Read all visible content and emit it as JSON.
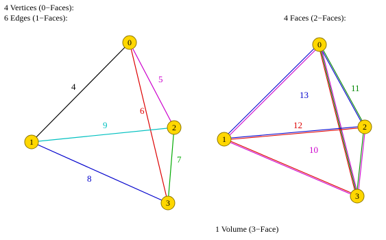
{
  "captions": {
    "vertices": "4 Vertices (0−Faces):",
    "edges": "6 Edges (1−Faces):",
    "faces": "4 Faces (2−Faces):",
    "volume": "1 Volume (3−Face)"
  },
  "colors": {
    "vertex_fill": "#ffd700",
    "vertex_stroke": "#8b7500"
  },
  "left_graph": {
    "vertices": [
      {
        "label": "0"
      },
      {
        "label": "1"
      },
      {
        "label": "2"
      },
      {
        "label": "3"
      }
    ],
    "edges": [
      {
        "label": "4",
        "color": "#000000"
      },
      {
        "label": "5",
        "color": "#cc00cc"
      },
      {
        "label": "6",
        "color": "#dd0000"
      },
      {
        "label": "7",
        "color": "#00aa00"
      },
      {
        "label": "8",
        "color": "#0000cc"
      },
      {
        "label": "9",
        "color": "#00c0c0"
      }
    ]
  },
  "right_graph": {
    "vertices": [
      {
        "label": "0"
      },
      {
        "label": "1"
      },
      {
        "label": "2"
      },
      {
        "label": "3"
      }
    ],
    "faces": [
      {
        "label": "10",
        "color": "#cc00cc"
      },
      {
        "label": "11",
        "color": "#008800"
      },
      {
        "label": "12",
        "color": "#dd0000"
      },
      {
        "label": "13",
        "color": "#0000cc"
      }
    ]
  }
}
